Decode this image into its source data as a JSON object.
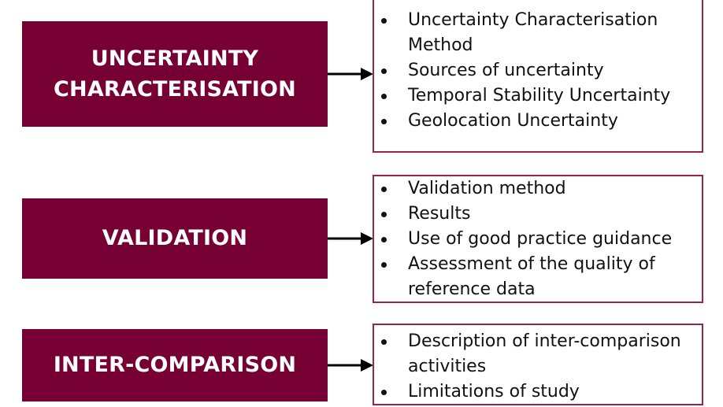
{
  "colors": {
    "label_fill": "#760033",
    "list_border": "#9b2248",
    "arrow": "#000000"
  },
  "rows": [
    {
      "label": "UNCERTAINTY\nCHARACTERISATION",
      "items": [
        "Uncertainty Characterisation Method",
        "Sources of uncertainty",
        "Temporal Stability Uncertainty",
        "Geolocation Uncertainty"
      ]
    },
    {
      "label": "VALIDATION",
      "items": [
        "Validation method",
        "Results",
        "Use of good practice guidance",
        "Assessment of the quality of reference data"
      ]
    },
    {
      "label": "INTER-COMPARISON",
      "items": [
        "Description of inter-comparison activities",
        "Limitations of study"
      ]
    }
  ]
}
